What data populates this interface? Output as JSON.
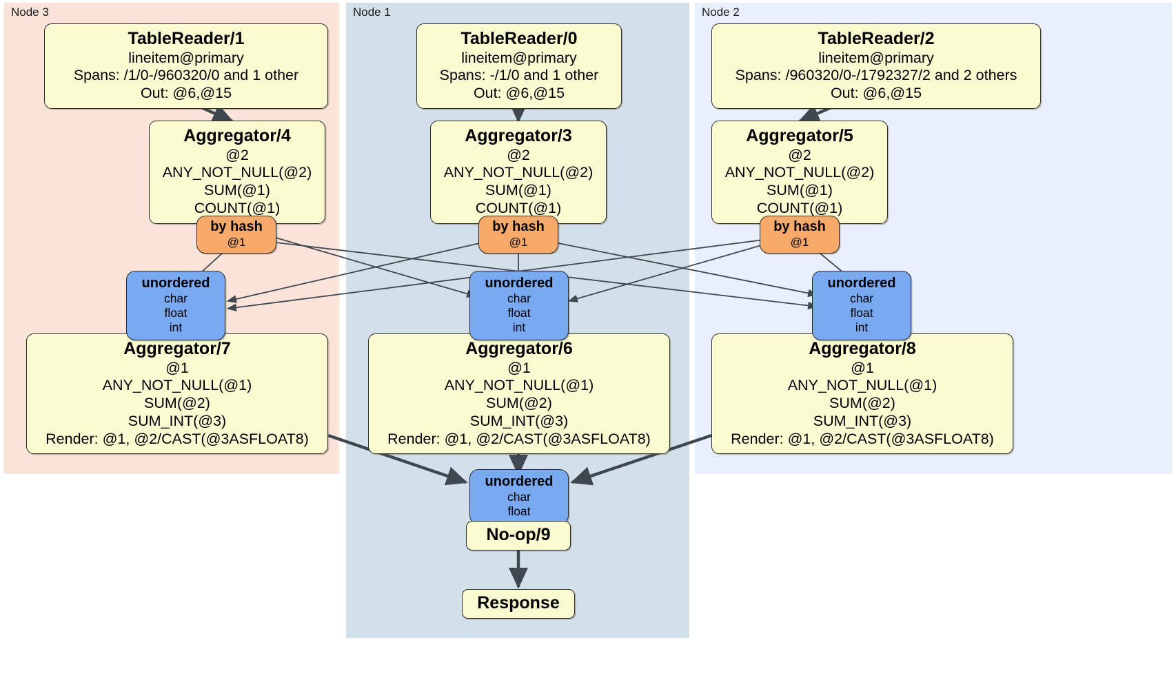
{
  "diagram": {
    "type": "distributed-query-plan",
    "title": "DistSQL flow diagram"
  },
  "colors": {
    "node3_panel": "#fae3d9",
    "node1_panel": "#d2e0ea",
    "node2_panel": "#eaf0fb",
    "processor_box": "#fbfbd2",
    "router_box": "#f7a96a",
    "synchronizer_box": "#79a9f0",
    "edge": "#3f4750",
    "border": "#2b2b2b"
  },
  "panels": [
    {
      "id": "node3",
      "label": "Node 3"
    },
    {
      "id": "node1",
      "label": "Node 1"
    },
    {
      "id": "node2",
      "label": "Node 2"
    }
  ],
  "nodes": {
    "tablereader_1": {
      "title": "TableReader/1",
      "lines": [
        "lineitem@primary",
        "Spans: /1/0-/960320/0 and 1 other",
        "Out: @6,@15"
      ]
    },
    "tablereader_0": {
      "title": "TableReader/0",
      "lines": [
        "lineitem@primary",
        "Spans: -/1/0 and 1 other",
        "Out: @6,@15"
      ]
    },
    "tablereader_2": {
      "title": "TableReader/2",
      "lines": [
        "lineitem@primary",
        "Spans: /960320/0-/1792327/2 and 2 others",
        "Out: @6,@15"
      ]
    },
    "aggregator_4": {
      "title": "Aggregator/4",
      "lines": [
        "@2",
        "ANY_NOT_NULL(@2)",
        "SUM(@1)",
        "COUNT(@1)"
      ]
    },
    "aggregator_3": {
      "title": "Aggregator/3",
      "lines": [
        "@2",
        "ANY_NOT_NULL(@2)",
        "SUM(@1)",
        "COUNT(@1)"
      ]
    },
    "aggregator_5": {
      "title": "Aggregator/5",
      "lines": [
        "@2",
        "ANY_NOT_NULL(@2)",
        "SUM(@1)",
        "COUNT(@1)"
      ]
    },
    "router_left": {
      "title": "by hash",
      "lines": [
        "@1"
      ]
    },
    "router_center": {
      "title": "by hash",
      "lines": [
        "@1"
      ]
    },
    "router_right": {
      "title": "by hash",
      "lines": [
        "@1"
      ]
    },
    "sync_left": {
      "title": "unordered",
      "lines": [
        "char",
        "float",
        "int"
      ]
    },
    "sync_center": {
      "title": "unordered",
      "lines": [
        "char",
        "float",
        "int"
      ]
    },
    "sync_right": {
      "title": "unordered",
      "lines": [
        "char",
        "float",
        "int"
      ]
    },
    "aggregator_7": {
      "title": "Aggregator/7",
      "lines": [
        "@1",
        "ANY_NOT_NULL(@1)",
        "SUM(@2)",
        "SUM_INT(@3)",
        "Render: @1, @2/CAST(@3ASFLOAT8)"
      ]
    },
    "aggregator_6": {
      "title": "Aggregator/6",
      "lines": [
        "@1",
        "ANY_NOT_NULL(@1)",
        "SUM(@2)",
        "SUM_INT(@3)",
        "Render: @1, @2/CAST(@3ASFLOAT8)"
      ]
    },
    "aggregator_8": {
      "title": "Aggregator/8",
      "lines": [
        "@1",
        "ANY_NOT_NULL(@1)",
        "SUM(@2)",
        "SUM_INT(@3)",
        "Render: @1, @2/CAST(@3ASFLOAT8)"
      ]
    },
    "sync_final": {
      "title": "unordered",
      "lines": [
        "char",
        "float"
      ]
    },
    "noop_9": {
      "title": "No-op/9"
    },
    "response": {
      "title": "Response"
    }
  }
}
